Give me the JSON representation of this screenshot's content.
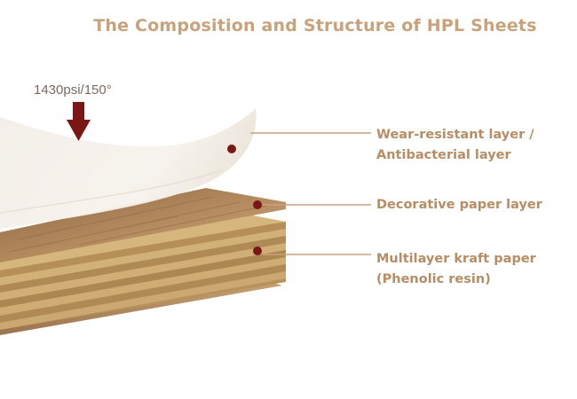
{
  "title": "The Composition and Structure of HPL Sheets",
  "pressure_label": "1430psi/150°",
  "layers": [
    {
      "line1": "Wear-resistant layer /",
      "line2": "Antibacterial layer"
    },
    {
      "line1": "Decorative paper layer",
      "line2": ""
    },
    {
      "line1": "Multilayer kraft paper",
      "line2": "(Phenolic resin)"
    }
  ],
  "colors": {
    "title": "#c9a27c",
    "label": "#b88c64",
    "marker": "#7a1616",
    "arrow": "#7a1616",
    "kraft": "#cfae74",
    "wood": "#a9825a"
  }
}
